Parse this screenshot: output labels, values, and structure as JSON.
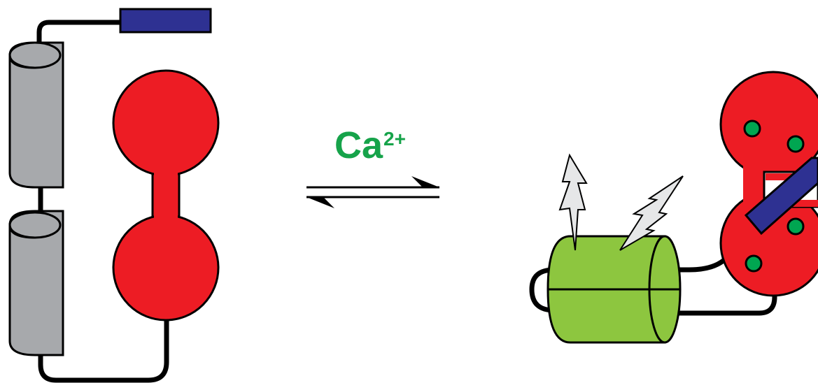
{
  "ion_label": {
    "base": "Ca",
    "charge": "2+"
  },
  "colors": {
    "ion_text": "#16a34a",
    "helix_gray": "#a7a9ac",
    "lobe_red": "#ed1c24",
    "peptide_blue": "#2e3192",
    "barrel_green": "#8dc63f",
    "bolt_gray": "#e6e7e8",
    "dot_green": "#00a651",
    "outline": "#000000"
  },
  "icons": {
    "equilibrium": "double-harpoon-arrow-icon",
    "fluorescence": "lightning-bolt-icon"
  },
  "states": [
    {
      "id": "unbound",
      "components": [
        "helix-cylinder",
        "helix-cylinder",
        "calmodulin-dumbbell",
        "binding-peptide"
      ]
    },
    {
      "id": "calcium-bound",
      "components": [
        "fluorescent-protein-barrel",
        "calmodulin-bound",
        "binding-peptide",
        "calcium-ion",
        "calcium-ion",
        "calcium-ion",
        "calcium-ion"
      ]
    }
  ]
}
